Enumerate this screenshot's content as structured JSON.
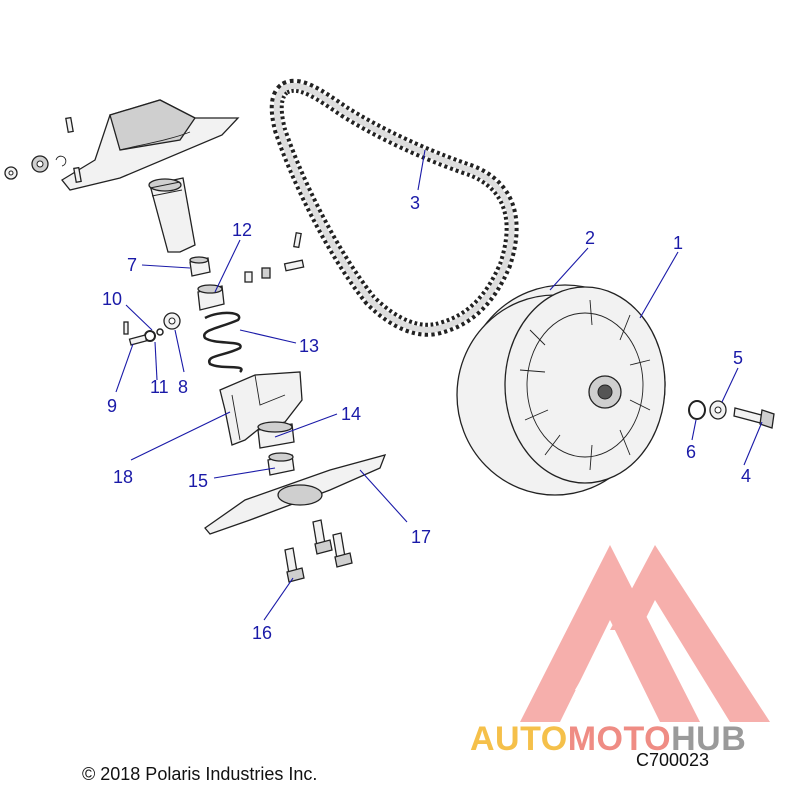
{
  "callouts": {
    "c1": "1",
    "c2": "2",
    "c3": "3",
    "c4": "4",
    "c5": "5",
    "c6": "6",
    "c7": "7",
    "c8": "8",
    "c9": "9",
    "c10": "10",
    "c11": "11",
    "c12": "12",
    "c13": "13",
    "c14": "14",
    "c15": "15",
    "c16": "16",
    "c17": "17",
    "c18": "18"
  },
  "footer": {
    "copyright": "© 2018 Polaris Industries Inc.",
    "drawing_code": "C700023"
  },
  "watermark": {
    "part1": "AUTO",
    "part2": "MOTO",
    "part3": "HUB",
    "colors": {
      "auto": "#f5c04a",
      "moto": "#ef8c84",
      "hub": "#9a9a9a",
      "logo": "#ef6f6a"
    }
  },
  "colors": {
    "callout": "#1a1aa8"
  }
}
